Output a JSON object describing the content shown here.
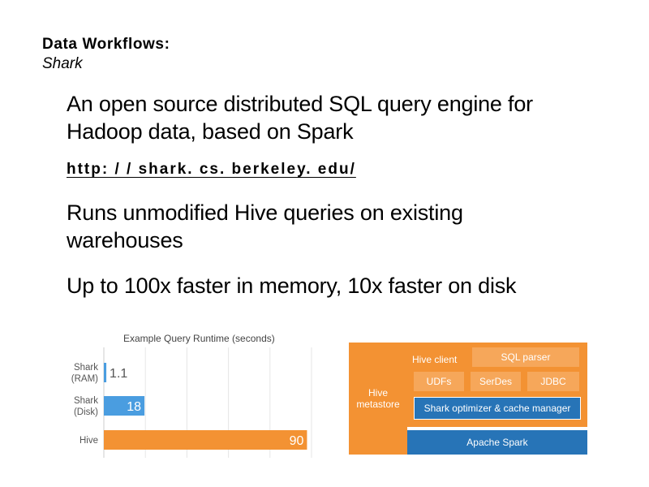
{
  "slide": {
    "title_line1": "Data Workflows:",
    "title_line2": "Shark"
  },
  "bullets": [
    "An open source distributed SQL query engine for Hadoop data, based on Spark",
    "http://shark.cs.berkeley.edu/",
    "Runs unmodified Hive queries on existing warehouses",
    "Up to 100x faster in memory, 10x faster on disk"
  ],
  "link_text": "http: / / shark. cs. berkeley. edu/",
  "colors": {
    "bar": "#f39233",
    "bar_highlight": "#4a9de0",
    "diagram_orange": "#f39233",
    "diagram_blue": "#2774b7"
  },
  "chart_data": {
    "type": "bar",
    "orientation": "horizontal",
    "title": "Example Query Runtime (seconds)",
    "categories": [
      "Shark\n(RAM)",
      "Shark\n(Disk)",
      "Hive"
    ],
    "category_lines": [
      [
        "Shark",
        "(RAM)"
      ],
      [
        "Shark",
        "(Disk)"
      ],
      [
        "Hive"
      ]
    ],
    "values": [
      1.1,
      18,
      90
    ],
    "value_labels": [
      "1.1",
      "18",
      "90"
    ],
    "bar_colors": [
      "#4a9de0",
      "#4a9de0",
      "#f39233"
    ],
    "xlim": [
      0,
      92
    ],
    "grid": true,
    "legend": "none"
  },
  "architecture": {
    "hive_client": "Hive client",
    "sql_parser": "SQL parser",
    "udfs": "UDFs",
    "serdes": "SerDes",
    "jdbc": "JDBC",
    "hive_metastore_line1": "Hive",
    "hive_metastore_line2": "metastore",
    "optimizer": "Shark optimizer & cache manager",
    "apache_spark": "Apache Spark"
  }
}
